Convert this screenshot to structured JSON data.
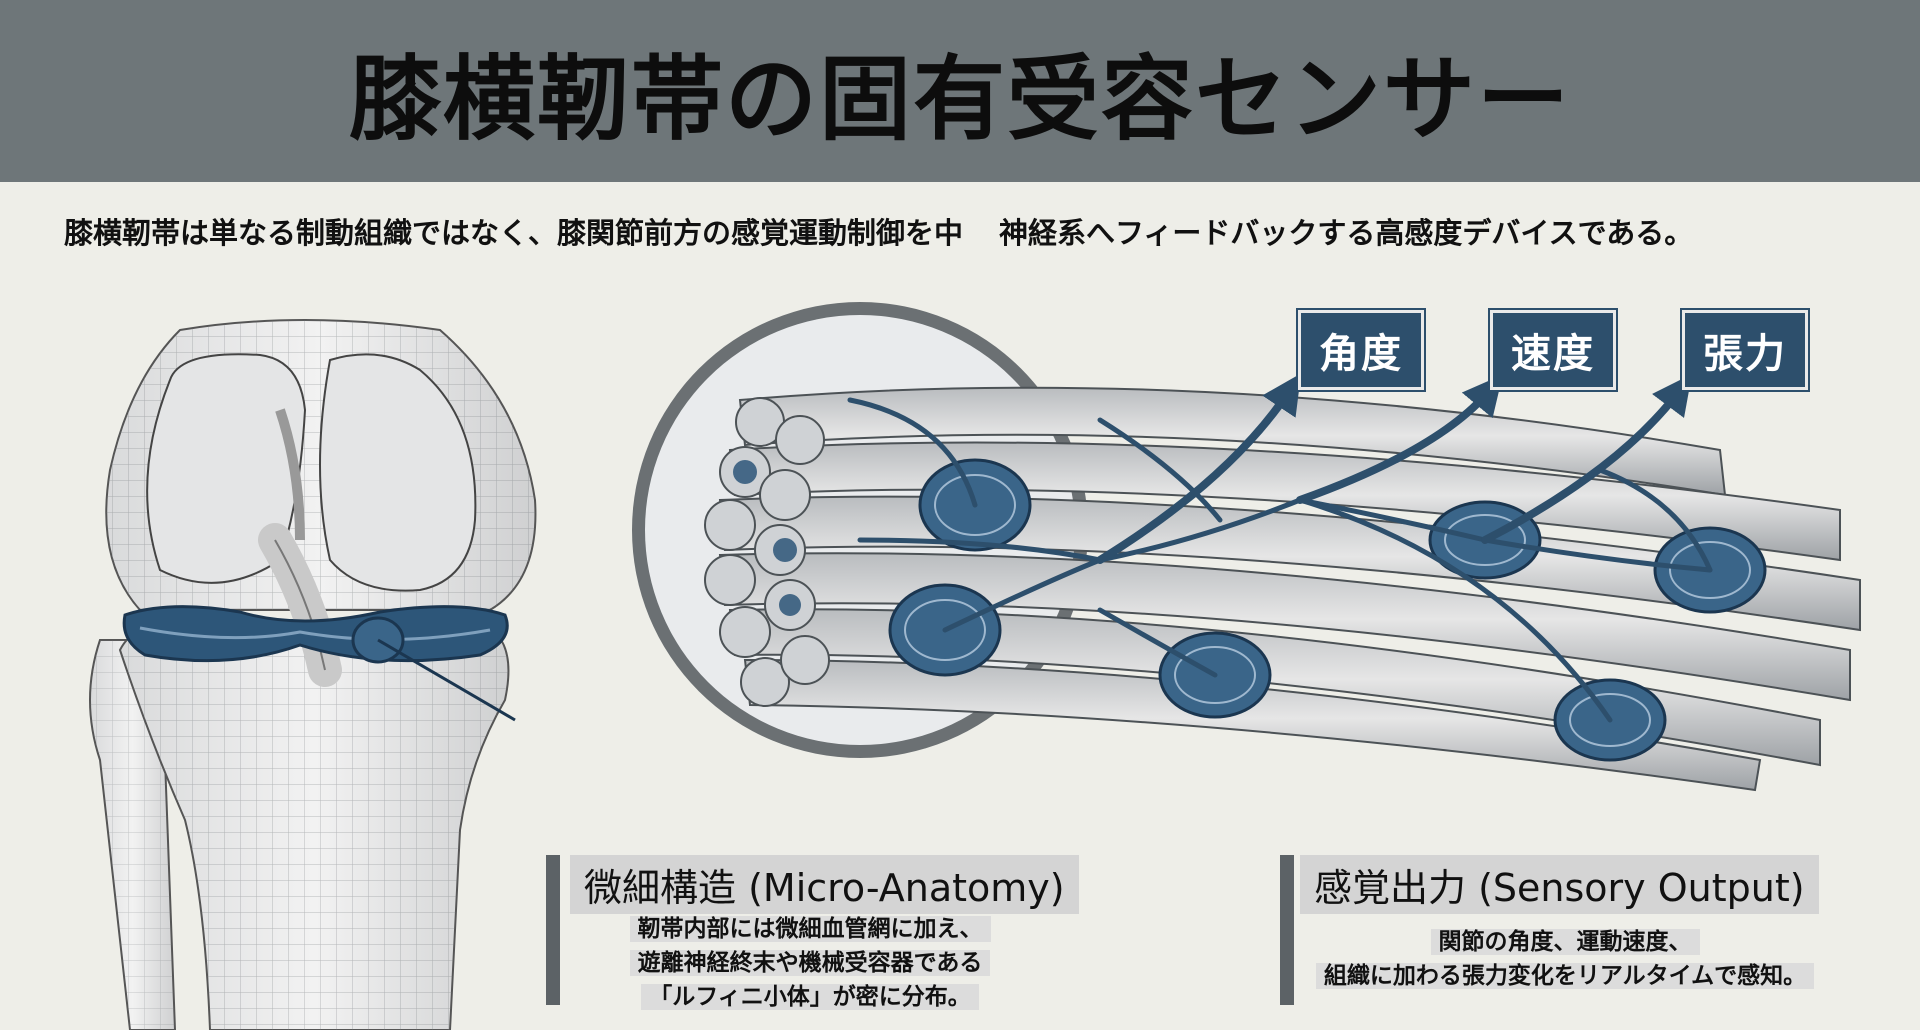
{
  "title": "膝横靭帯の固有受容センサー",
  "subtitle_part1": "膝横靭帯は単なる制動組織ではなく、膝関節前方の感覚運動制御を中",
  "subtitle_part2": "神経系へフィードバックする高感度デバイスである。",
  "tags": [
    "角度",
    "速度",
    "張力"
  ],
  "panel_left": {
    "title": "微細構造 (Micro-Anatomy)",
    "lines": [
      "靭帯内部には微細血管網に加え、",
      "遊離神経終末や機械受容器である",
      "「ルフィニ小体」が密に分布。"
    ]
  },
  "panel_right": {
    "title": "感覚出力 (Sensory Output)",
    "lines": [
      "関節の角度、運動速度、",
      "組織に加わる張力変化をリアルタイムで感知。"
    ]
  },
  "colors": {
    "header": "#6e7679",
    "accent_blue": "#2d4f6c",
    "background": "#eeeee8"
  }
}
